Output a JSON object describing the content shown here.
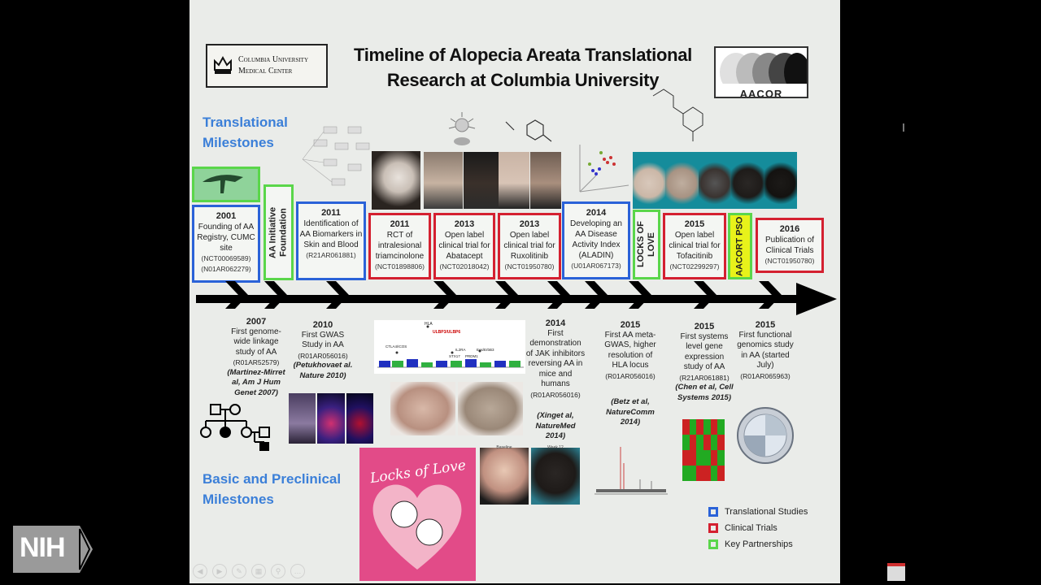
{
  "slide": {
    "title_line1": "Timeline of Alopecia Areata Translational",
    "title_line2": "Research at Columbia University",
    "cu_logo_line1": "Columbia University",
    "cu_logo_line2": "Medical Center",
    "aacor_logo": "AACOR",
    "translational_header_line1": "Translational",
    "translational_header_line2": "Milestones",
    "basic_header_line1": "Basic and Preclinical",
    "basic_header_line2": "Milestones"
  },
  "top_milestones": [
    {
      "year": "2001",
      "text": "Founding of AA Registry, CUMC site",
      "ids": "(NCT00069589) (N01AR062279)",
      "type": "blue"
    },
    {
      "year": "",
      "text": "AA Initiative Foundation",
      "ids": "",
      "type": "green"
    },
    {
      "year": "2011",
      "text": "Identification of AA Biomarkers in Skin and Blood",
      "ids": "(R21AR061881)",
      "type": "blue"
    },
    {
      "year": "2011",
      "text": "RCT of intralesional triamcinolone",
      "ids": "(NCT01898806)",
      "type": "red"
    },
    {
      "year": "2013",
      "text": "Open label clinical trial for Abatacept",
      "ids": "(NCT02018042)",
      "type": "red"
    },
    {
      "year": "2013",
      "text": "Open label clinical trial for Ruxolitinib",
      "ids": "(NCT01950780)",
      "type": "red"
    },
    {
      "year": "2014",
      "text": "Developing an AA Disease Activity Index (ALADIN)",
      "ids": "(U01AR067173)",
      "type": "blue"
    },
    {
      "year": "",
      "text": "LOCKS OF LOVE",
      "ids": "",
      "type": "green"
    },
    {
      "year": "2015",
      "text": "Open label clinical trial for Tofacitinib",
      "ids": "(NCT02299297)",
      "type": "red"
    },
    {
      "year": "",
      "text": "AACORT PSO",
      "ids": "",
      "type": "green"
    },
    {
      "year": "2016",
      "text": "Publication of Clinical Trials",
      "ids": "(NCT01950780)",
      "type": "red"
    }
  ],
  "bottom_milestones": [
    {
      "year": "2007",
      "text": "First genome-wide linkage study of AA",
      "ids": "(R01AR52579)",
      "cite": "(Martinez-Mirret al, Am J Hum Genet 2007)"
    },
    {
      "year": "2010",
      "text": "First GWAS Study in AA",
      "ids": "(R01AR056016)",
      "cite": "(Petukhovaet al. Nature 2010)"
    },
    {
      "year": "2014",
      "text": "First demonstration of JAK inhibitors reversing AA in mice and humans",
      "ids": "(R01AR056016)",
      "cite": "(Xinget al, NatureMed 2014)"
    },
    {
      "year": "2015",
      "text": "First AA meta-GWAS, higher resolution of HLA locus",
      "ids": "(R01AR056016)",
      "cite": "(Betz et al, NatureComm 2014)"
    },
    {
      "year": "2015",
      "text": "First systems level gene expression study of AA",
      "ids": "(R21AR061881)",
      "cite": "(Chen et al, Cell Systems 2015)"
    },
    {
      "year": "2015",
      "text": "First functional genomics study in AA (started July)",
      "ids": "(R01AR065963)",
      "cite": ""
    }
  ],
  "gwas_labels": {
    "hla": "HLA",
    "ulbp": "ULBP3/ULBP6",
    "ctla4": "CTLA4/ICOS",
    "il2ra": "IL2RA",
    "stx17": "STX17",
    "prdm1": "PRDM1",
    "erbb3": "Eos/ErbB3"
  },
  "locks_of_love": "Locks of Love",
  "photo_labels": {
    "baseline": "Baseline",
    "week12": "Week 12"
  },
  "legend": [
    {
      "label": "Translational Studies",
      "color": "#2a62d8"
    },
    {
      "label": "Clinical Trials",
      "color": "#d42030"
    },
    {
      "label": "Key Partnerships",
      "color": "#5ad64a"
    }
  ],
  "nih_logo": "NIH",
  "colors": {
    "slide_bg": "#eaece9",
    "accent_blue": "#3b7fd8"
  }
}
